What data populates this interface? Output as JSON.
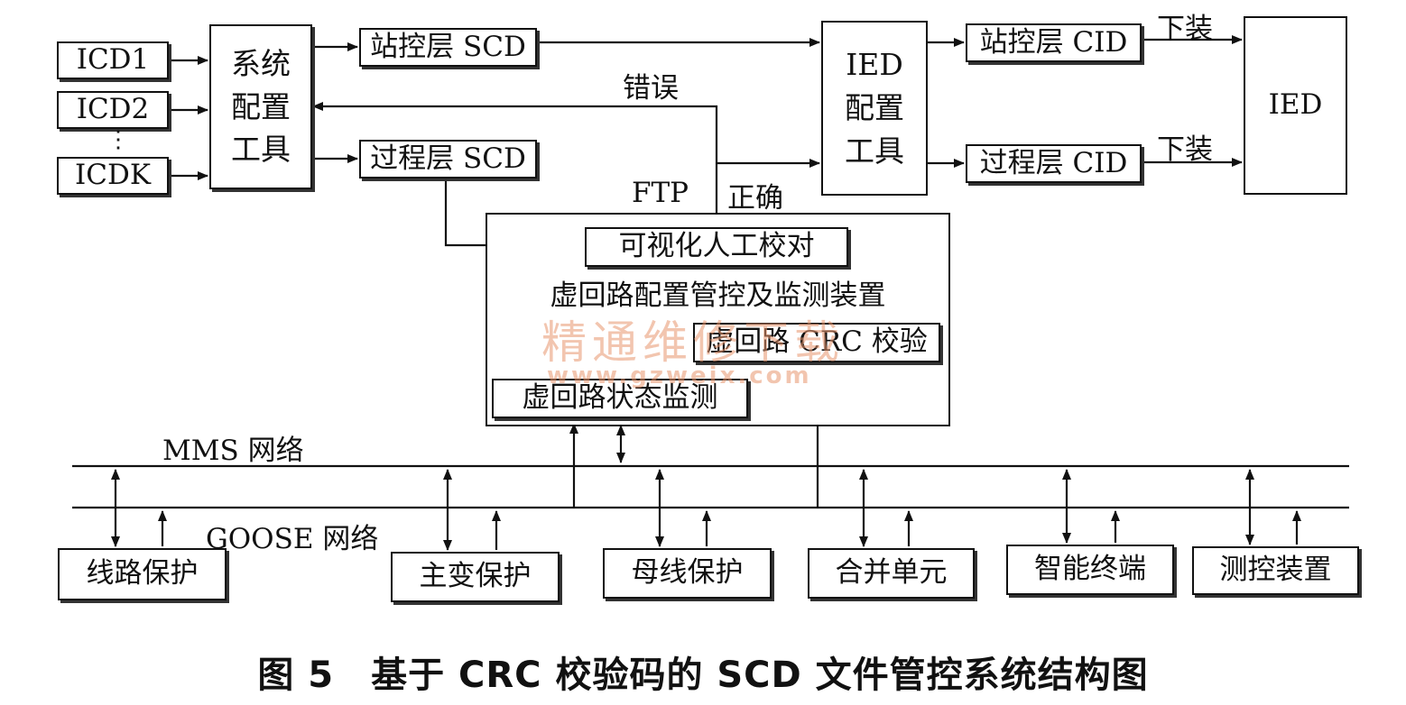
{
  "inputs": [
    "ICD1",
    "ICD2",
    "ICDK"
  ],
  "inputs_ellipsis": "⋮",
  "system_tool": "系统\n配置\n工具",
  "station_scd": "站控层 SCD",
  "process_scd": "过程层 SCD",
  "error_label": "错误",
  "correct_label": "正确",
  "ftp_label": "FTP",
  "ied_tool": "IED\n配置\n工具",
  "station_cid": "站控层 CID",
  "process_cid": "过程层 CID",
  "download_label": "下装",
  "ied": "IED",
  "visual_check": "可视化人工校对",
  "device_title": "虚回路配置管控及监测装置",
  "crc_check": "虚回路 CRC 校验",
  "status_monitor": "虚回路状态监测",
  "mms_network": "MMS 网络",
  "goose_network": "GOOSE 网络",
  "devices": [
    "线路保护",
    "主变保护",
    "母线保护",
    "合并单元",
    "智能终端",
    "测控装置"
  ],
  "caption": "图 5　基于 CRC 校验码的 SCD 文件管控系统结构图",
  "watermark": {
    "text": "精通维修下载",
    "url": "www.gzweix.com",
    "color": "#e8966e"
  },
  "colors": {
    "line": "#111111",
    "background": "#ffffff"
  }
}
